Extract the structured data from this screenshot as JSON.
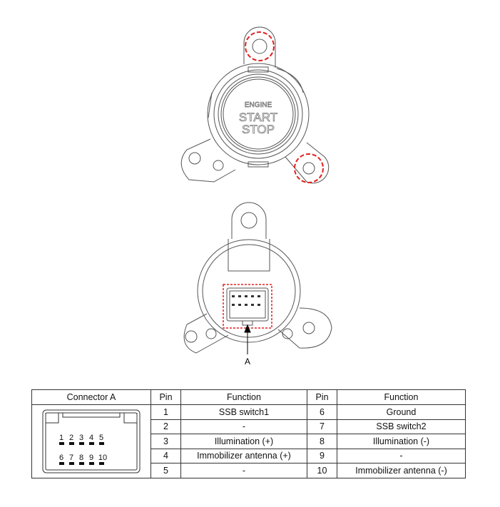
{
  "figure": {
    "front_label_line1": "ENGINE",
    "front_label_line2": "START",
    "front_label_line3": "STOP",
    "callout": "A",
    "highlight_color": "#e02020"
  },
  "table": {
    "headers": [
      "Connector A",
      "Pin",
      "Function",
      "Pin",
      "Function"
    ],
    "connector_pins_top": [
      "1",
      "2",
      "3",
      "4",
      "5"
    ],
    "connector_pins_bottom": [
      "6",
      "7",
      "8",
      "9",
      "10"
    ],
    "rows": [
      {
        "pin_a": "1",
        "func_a": "SSB switch1",
        "pin_b": "6",
        "func_b": "Ground"
      },
      {
        "pin_a": "2",
        "func_a": "-",
        "pin_b": "7",
        "func_b": "SSB switch2"
      },
      {
        "pin_a": "3",
        "func_a": "Illumination (+)",
        "pin_b": "8",
        "func_b": "Illumination (-)"
      },
      {
        "pin_a": "4",
        "func_a": "Immobilizer antenna (+)",
        "pin_b": "9",
        "func_b": "-"
      },
      {
        "pin_a": "5",
        "func_a": "-",
        "pin_b": "10",
        "func_b": "Immobilizer antenna (-)"
      }
    ]
  }
}
